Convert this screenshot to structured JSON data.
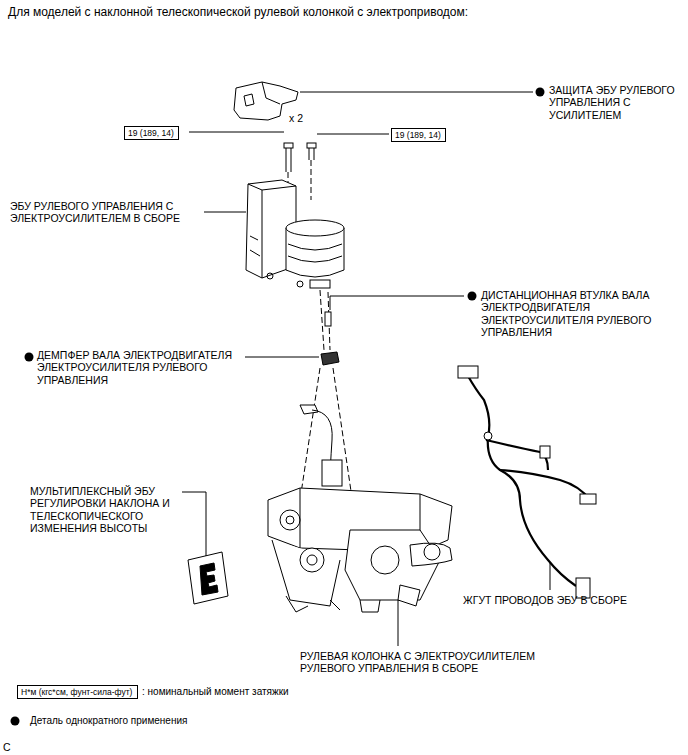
{
  "diagram": {
    "title": "Для моделей с наклонной телескопической рулевой колонкой с электроприводом:",
    "nodes": [
      {
        "text": [
          "19 (189, 14)"
        ]
      },
      {
        "text": [
          "19 (189, 14)"
        ]
      },
      {
        "text": [
          "Н*м (кгс*см, фунт-сила-фут)"
        ]
      }
    ],
    "labels": [
      "ЗАЩИТА ЭБУ РУЛЕВОГО УПРАВЛЕНИЯ С УСИЛИТЕЛЕМ",
      "x 2",
      "ЭБУ РУЛЕВОГО УПРАВЛЕНИЯ С ЭЛЕКТРОУСИЛИТЕЛЕМ В СБОРЕ",
      "ДИСТАНЦИОННАЯ ВТУЛКА ВАЛА ЭЛЕКТРОДВИГАТЕЛЯ ЭЛЕКТРОУСИЛИТЕЛЯ РУЛЕВОГО УПРАВЛЕНИЯ",
      "ДЕМПФЕР ВАЛА ЭЛЕКТРОДВИГАТЕЛЯ ЭЛЕКТРОУСИЛИТЕЛЯ РУЛЕВОГО УПРАВЛЕНИЯ",
      "МУЛЬТИПЛЕКСНЫЙ ЭБУ РЕГУЛИРОВКИ НАКЛОНА И ТЕЛЕСКОПИЧЕСКОГО ИЗМЕНЕНИЯ ВЫСОТЫ",
      "ЖГУТ ПРОВОДОВ ЭБУ В СБОРЕ",
      "РУЛЕВАЯ КОЛОНКА С ЭЛЕКТРОУСИЛИТЕЛЕМ РУЛЕВОГО УПРАВЛЕНИЯ В СБОРЕ",
      "C"
    ],
    "legend": [
      {
        "text": ": номинальный момент затяжки"
      },
      {
        "text": "Деталь однократного применения"
      }
    ]
  }
}
